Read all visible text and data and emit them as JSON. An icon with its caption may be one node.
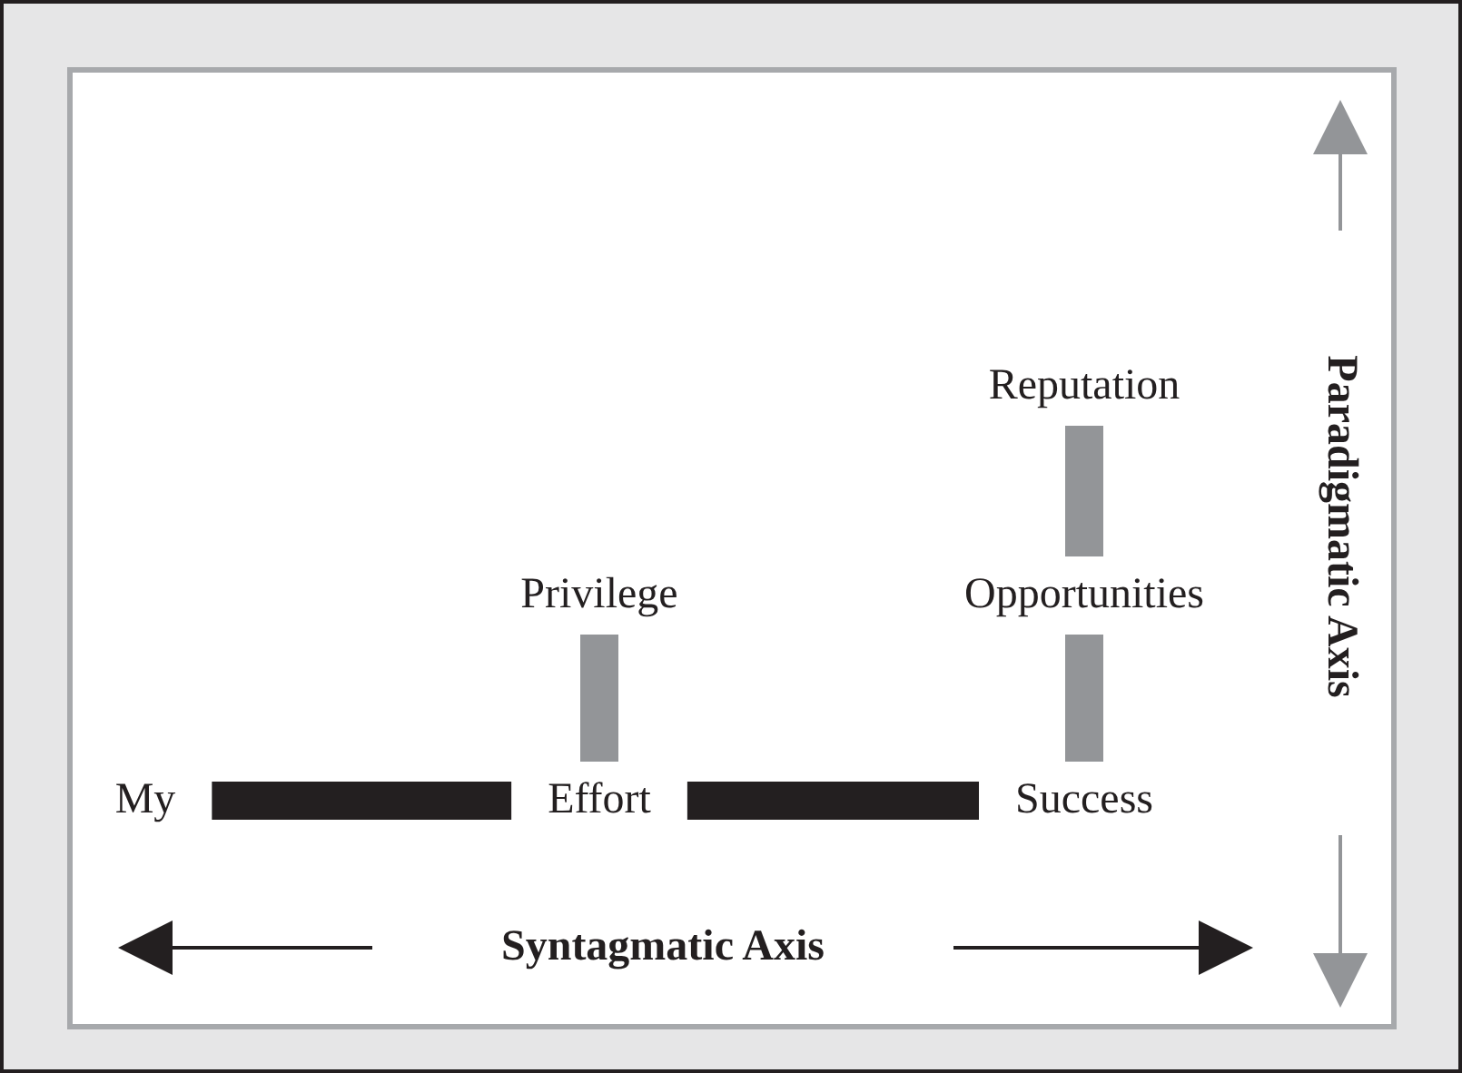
{
  "diagram": {
    "nodes": [
      {
        "text": [
          "My"
        ]
      },
      {
        "text": [
          "Effort"
        ]
      },
      {
        "text": [
          "Success"
        ]
      },
      {
        "text": [
          "Privilege"
        ]
      },
      {
        "text": [
          "Opportunities"
        ]
      },
      {
        "text": [
          "Reputation"
        ]
      }
    ],
    "edges": [
      {
        "from": 0,
        "to": 1,
        "arrow": "none",
        "color": "#231f20"
      },
      {
        "from": 1,
        "to": 2,
        "arrow": "none",
        "color": "#231f20"
      },
      {
        "from": 1,
        "to": 3,
        "arrow": "none"
      },
      {
        "from": 2,
        "to": 4,
        "arrow": "none"
      },
      {
        "from": 4,
        "to": 5,
        "arrow": "none"
      }
    ],
    "labels": [
      "Syntagmatic Axis",
      "Paradigmatic Axis"
    ]
  }
}
